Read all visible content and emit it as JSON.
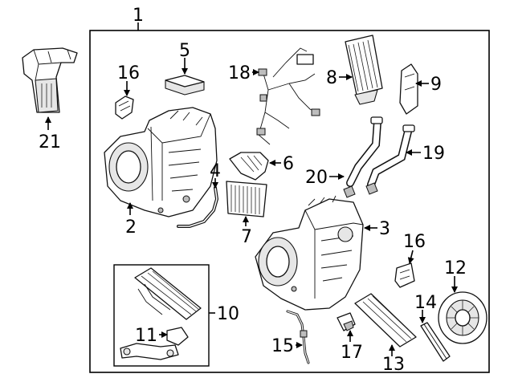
{
  "callouts": {
    "c1": "1",
    "c2": "2",
    "c3": "3",
    "c4": "4",
    "c5": "5",
    "c6": "6",
    "c7": "7",
    "c8": "8",
    "c9": "9",
    "c10": "10",
    "c11": "11",
    "c12": "12",
    "c13": "13",
    "c14": "14",
    "c15": "15",
    "c16a": "16",
    "c16b": "16",
    "c17": "17",
    "c18": "18",
    "c19": "19",
    "c20": "20",
    "c21": "21"
  }
}
